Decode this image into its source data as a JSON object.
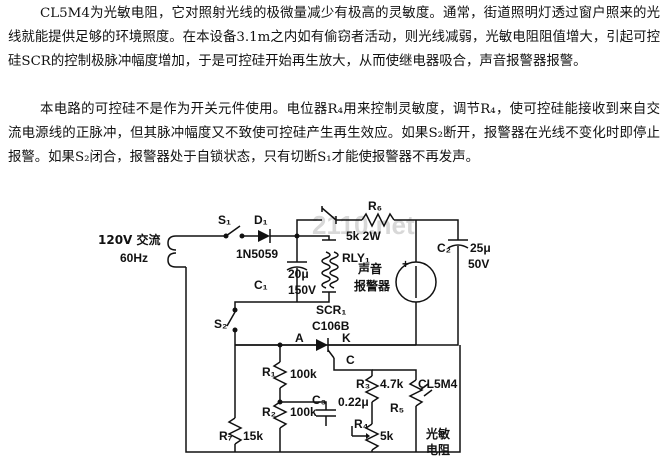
{
  "paragraphs": [
    "CL5M4为光敏电阻，它对照射光线的极微量减少有极高的灵敏度。通常，街道照明灯透过窗户照来的光线就能提供足够的环境照度。在本设备3.1m之内如有偷窃者活动，则光线减弱，光敏电阻阻值增大，引起可控硅SCR的控制极脉冲幅度增加，于是可控硅开始再生放大，从而使继电器吸合，声音报警器报警。",
    "本电路的可控硅不是作为开关元件使用。电位器R₄用来控制灵敏度，调节R₄，使可控硅能接收到来自交流电源线的正脉冲，但其脉冲幅度又不致使可控硅产生再生效应。如果S₂断开，报警器在光线不变化时即停止报警。如果S₂闭合，报警器处于自锁状态，只有切断S₁才能使报警器不再发声。"
  ],
  "schematic": {
    "power": "120V 交流",
    "freq": "60Hz",
    "s1": "S₁",
    "d1": "D₁",
    "d1_part": "1N5059",
    "r6": "R₆",
    "r6_val": "5k 2W",
    "relay": "RLY₁",
    "c2": "C₂",
    "c2_val": "25μ",
    "c2_volt": "50V",
    "c1": "C₁",
    "c1_val": "20μ",
    "c1_volt": "150V",
    "alarm": "声音",
    "alarm2": "报警器",
    "s2": "S₂",
    "scr": "SCR₁",
    "scr_part": "C106B",
    "node_a": "A",
    "node_k": "K",
    "node_c": "C",
    "r1": "R₁",
    "r1_val": "100k",
    "r2": "R₂",
    "r2_val": "100k",
    "c3": "C₃",
    "c3_val": "0.22μ",
    "r3": "R₃",
    "r3_val": "4.7k",
    "r5": "R₅",
    "r5_part": "CL5M4",
    "r4": "R₄",
    "r4_val": "5k",
    "r7": "R₇",
    "r7_val": "15k",
    "ldr_label1": "光敏",
    "ldr_label2": "电阻",
    "watermark": "2110.net"
  }
}
